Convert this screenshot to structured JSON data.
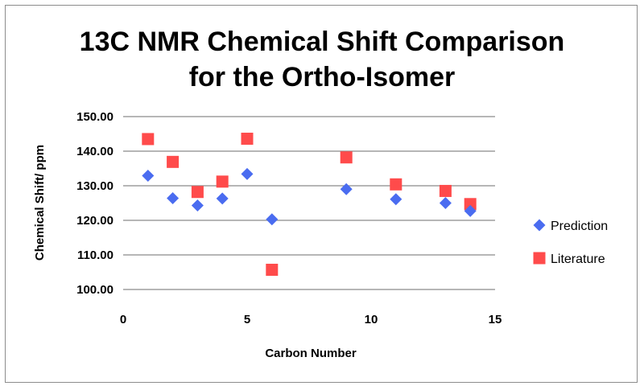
{
  "chart_data": {
    "type": "scatter",
    "title_lines": [
      "13C NMR Chemical Shift Comparison",
      "for the Ortho-Isomer"
    ],
    "xlabel": "Carbon Number",
    "ylabel": "Chemical Shift/  ppm",
    "xlim": [
      0,
      15
    ],
    "ylim": [
      100,
      150
    ],
    "x_ticks": [
      "0",
      "5",
      "10",
      "15"
    ],
    "y_ticks": [
      "100.00",
      "110.00",
      "120.00",
      "130.00",
      "140.00",
      "150.00"
    ],
    "grid": "horizontal",
    "legend_position": "right",
    "series": [
      {
        "name": "Prediction",
        "marker": "diamond",
        "color": "#4a6cf0",
        "points": [
          [
            1,
            132.9
          ],
          [
            2,
            126.4
          ],
          [
            3,
            124.3
          ],
          [
            4,
            126.3
          ],
          [
            5,
            133.4
          ],
          [
            6,
            120.3
          ],
          [
            9,
            129.0
          ],
          [
            11,
            126.1
          ],
          [
            13,
            125.0
          ],
          [
            14,
            122.7
          ]
        ]
      },
      {
        "name": "Literature",
        "marker": "square",
        "color": "#ff4b4b",
        "points": [
          [
            1,
            143.5
          ],
          [
            2,
            136.9
          ],
          [
            3,
            128.2
          ],
          [
            4,
            131.2
          ],
          [
            5,
            143.6
          ],
          [
            6,
            105.7
          ],
          [
            9,
            138.2
          ],
          [
            11,
            130.4
          ],
          [
            13,
            128.5
          ],
          [
            14,
            124.7
          ]
        ]
      }
    ]
  }
}
